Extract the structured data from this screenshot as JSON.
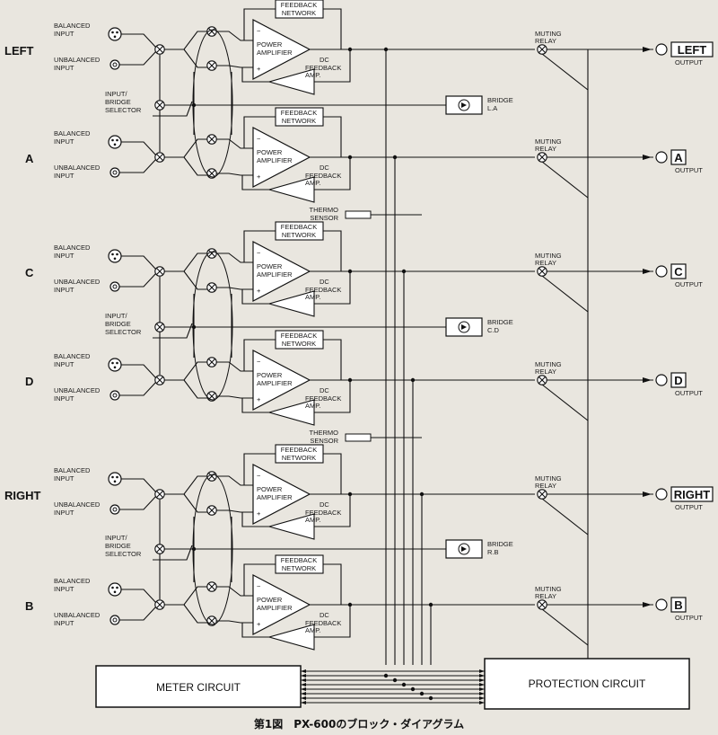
{
  "channels": [
    {
      "name": "LEFT",
      "output": "LEFT",
      "boxed_channel": false
    },
    {
      "name": "A",
      "output": "A",
      "boxed_channel": false
    },
    {
      "name": "C",
      "output": "C",
      "boxed_channel": false
    },
    {
      "name": "D",
      "output": "D",
      "boxed_channel": false
    },
    {
      "name": "RIGHT",
      "output": "RIGHT",
      "boxed_channel": false
    },
    {
      "name": "B",
      "output": "B",
      "boxed_channel": false
    }
  ],
  "labels": {
    "balanced_1": "BALANCED",
    "balanced_2": "INPUT",
    "unbalanced_1": "UNBALANCED",
    "unbalanced_2": "INPUT",
    "feedback_1": "FEEDBACK",
    "feedback_2": "NETWORK",
    "power_1": "POWER",
    "power_2": "AMPLIFIER",
    "dc_1": "DC",
    "dc_2": "FEEDBACK",
    "dc_3": "AMP.",
    "minus": "−",
    "plus": "+",
    "muting_1": "MUTING",
    "muting_2": "RELAY",
    "output": "OUTPUT",
    "selector_1": "INPUT/",
    "selector_2": "BRIDGE",
    "selector_3": "SELECTOR",
    "thermo_1": "THERMO",
    "thermo_2": "SENSOR"
  },
  "bridges": [
    {
      "line1": "BRIDGE",
      "line2": "L.A"
    },
    {
      "line1": "BRIDGE",
      "line2": "C.D"
    },
    {
      "line1": "BRIDGE",
      "line2": "R.B"
    }
  ],
  "meter_circuit": "METER CIRCUIT",
  "protection_circuit": "PROTECTION CIRCUIT",
  "caption": "第1図　PX-600のブロック・ダイアグラム",
  "colors": {
    "background": "#e9e6df",
    "ink": "#111111",
    "box_fill": "#ffffff"
  }
}
